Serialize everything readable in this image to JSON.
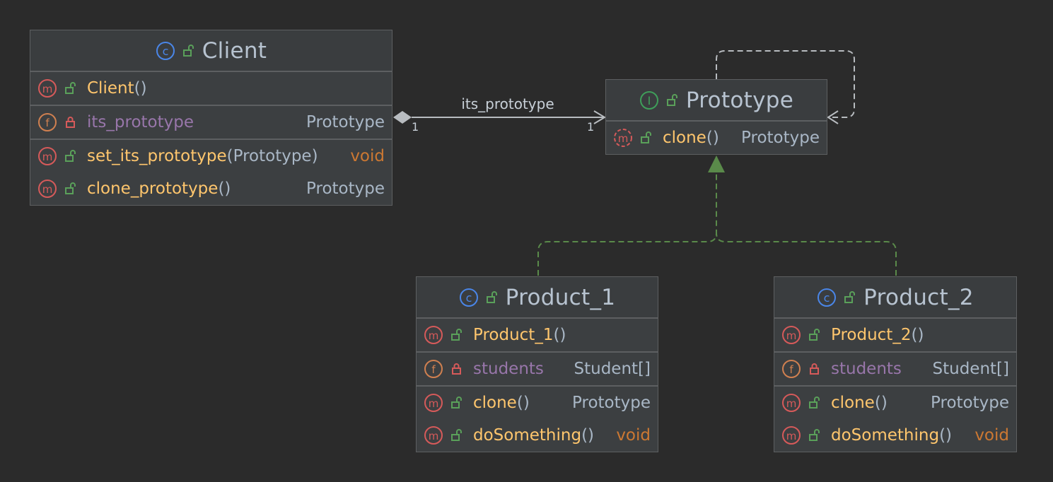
{
  "classes": {
    "client": {
      "name": "Client",
      "kind": "class",
      "constructor": "Client",
      "field": {
        "name": "its_prototype",
        "type": "Prototype"
      },
      "methods": [
        {
          "name": "set_its_prototype",
          "param": "Prototype",
          "type": "void"
        },
        {
          "name": "clone_prototype",
          "param": "",
          "type": "Prototype"
        }
      ]
    },
    "prototype": {
      "name": "Prototype",
      "kind": "interface",
      "methods": [
        {
          "name": "clone",
          "type": "Prototype"
        }
      ]
    },
    "product_1": {
      "name": "Product_1",
      "kind": "class",
      "constructor": "Product_1",
      "field": {
        "name": "students",
        "type": "Student[]"
      },
      "methods": [
        {
          "name": "clone",
          "type": "Prototype"
        },
        {
          "name": "doSomething",
          "type": "void"
        }
      ]
    },
    "product_2": {
      "name": "Product_2",
      "kind": "class",
      "constructor": "Product_2",
      "field": {
        "name": "students",
        "type": "Student[]"
      },
      "methods": [
        {
          "name": "clone",
          "type": "Prototype"
        },
        {
          "name": "doSomething",
          "type": "void"
        }
      ]
    }
  },
  "relations": {
    "association": {
      "label": "its_prototype",
      "source_multiplicity": "1",
      "target_multiplicity": "1"
    }
  },
  "colors": {
    "background": "#2b2b2b",
    "class_icon": "#4a86e8",
    "interface_icon": "#3f9f5a",
    "method_icon": "#d65a5a",
    "field_icon": "#d08050",
    "public_lock": "#5aa05a",
    "private_lock": "#d65a5a",
    "realization": "#5a8a4a"
  }
}
